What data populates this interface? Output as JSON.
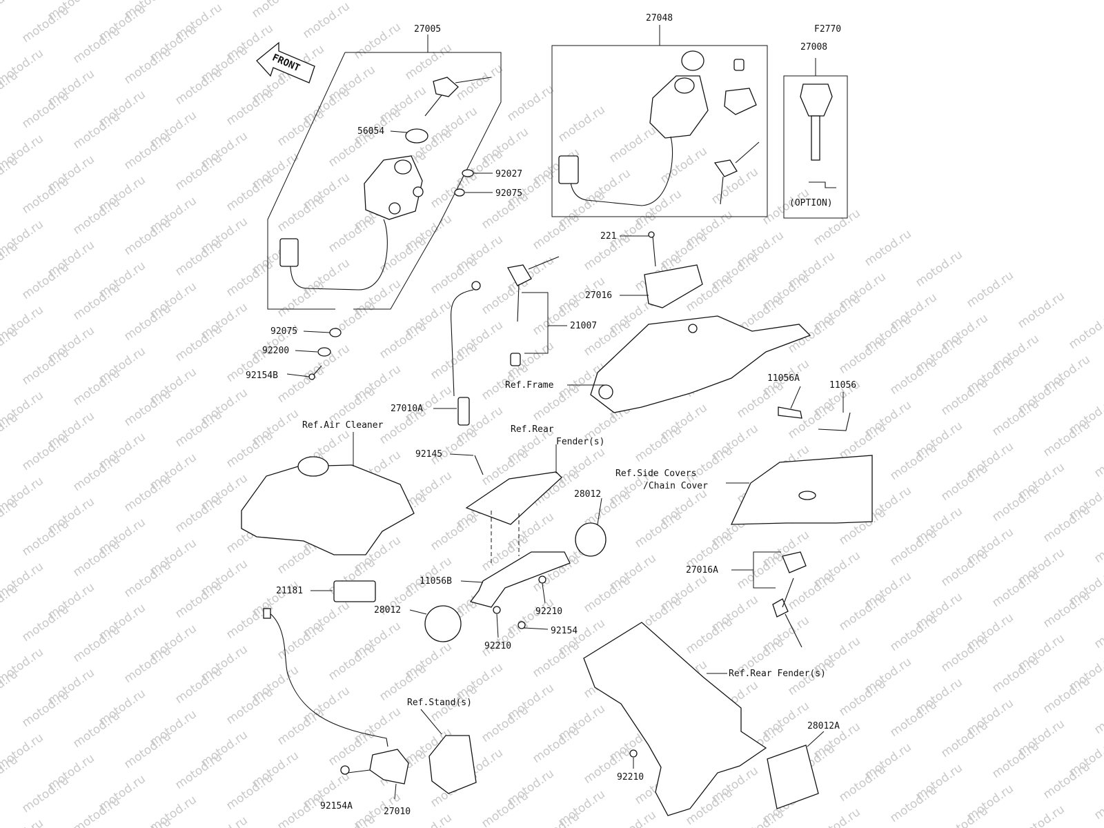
{
  "watermark": "motod.ru",
  "figure_code": "F2770",
  "front_arrow": "FRONT",
  "option_note": "(OPTION)",
  "labels": {
    "p27005": "27005",
    "p27048": "27048",
    "p27008": "27008",
    "p56054": "56054",
    "p92027": "92027",
    "p92075a": "92075",
    "p92075b": "92075",
    "p92200": "92200",
    "p92154b": "92154B",
    "p221": "221",
    "p27016": "27016",
    "p21007": "21007",
    "ref_frame": "Ref.Frame",
    "p11056a": "11056A",
    "p11056": "11056",
    "p27010a": "27010A",
    "ref_air_cleaner": "Ref.Air Cleaner",
    "ref_rear_fender_1": "Ref.Rear",
    "ref_rear_fender_2": "Fender(s)",
    "p92145": "92145",
    "ref_side_covers_1": "Ref.Side Covers",
    "ref_side_covers_2": "/Chain Cover",
    "p28012a": "28012",
    "p11056b": "11056B",
    "p92210a": "92210",
    "p28012b": "28012",
    "p92210b": "92210",
    "p92154": "92154",
    "p21181": "21181",
    "p27016a": "27016A",
    "ref_stands": "Ref.Stand(s)",
    "ref_rear_fender_3": "Ref.Rear Fender(s)",
    "p28012c": "28012A",
    "p92210c": "92210",
    "p92154a": "92154A",
    "p27010": "27010"
  }
}
